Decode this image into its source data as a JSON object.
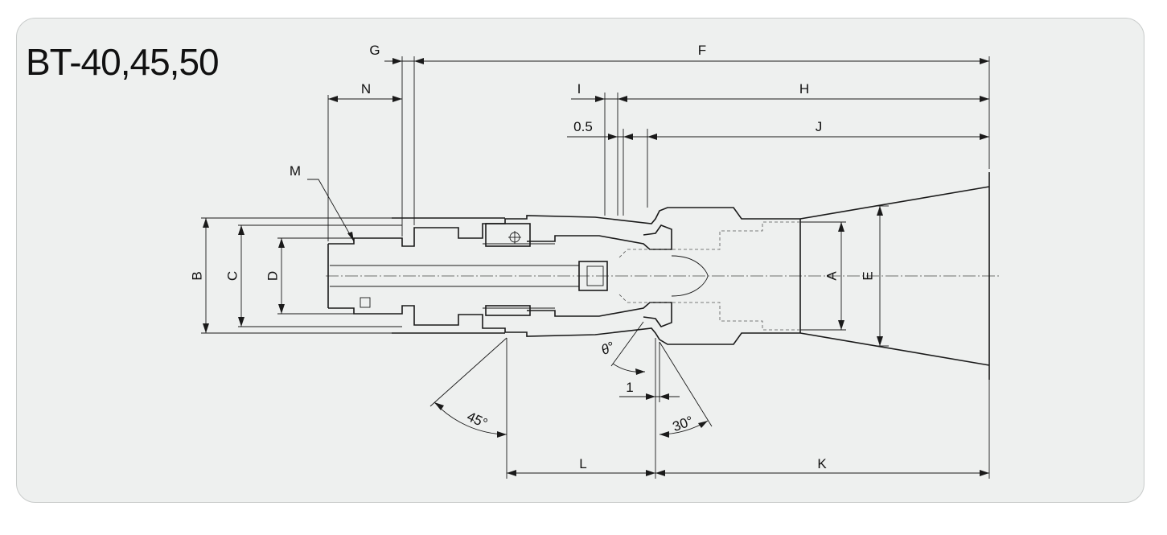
{
  "title": "BT-40,45,50",
  "dimensions": {
    "A": "A",
    "B": "B",
    "C": "C",
    "D": "D",
    "E": "E",
    "F": "F",
    "G": "G",
    "H": "H",
    "I": "I",
    "J": "J",
    "K": "K",
    "L": "L",
    "M": "M",
    "N": "N",
    "zero_five": "0.5",
    "one": "1",
    "angle_45": "45°",
    "angle_30": "30°",
    "angle_theta": "θ°"
  }
}
